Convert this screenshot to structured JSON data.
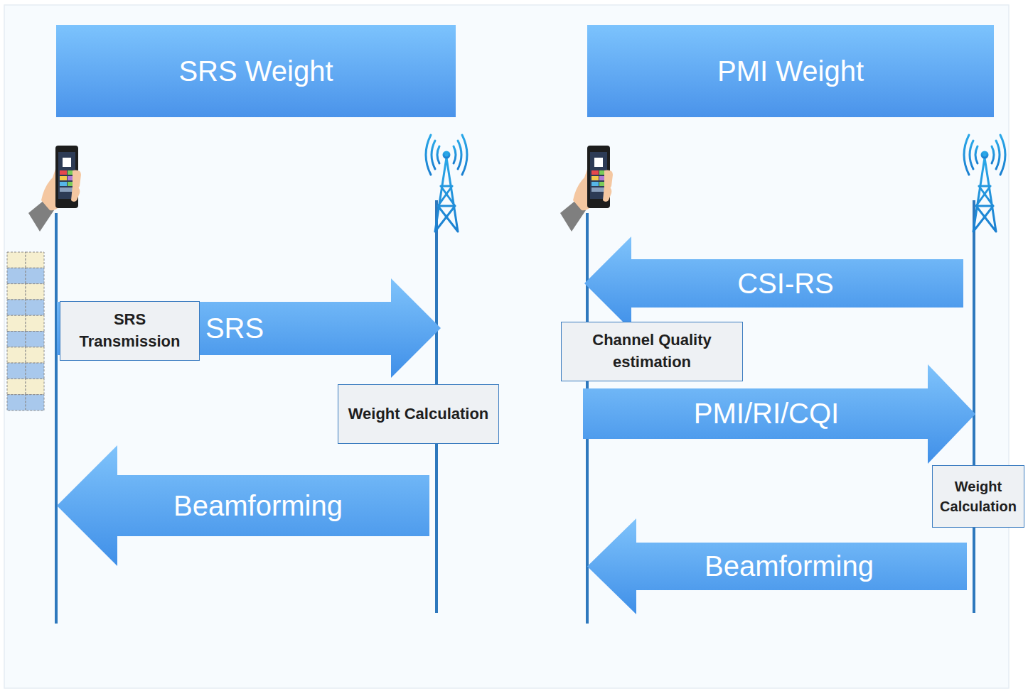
{
  "diagram": {
    "nodes": [
      {
        "text": [
          "SRS Weight"
        ]
      },
      {
        "text": [
          "PMI Weight"
        ]
      },
      {
        "text": [
          "SRS"
        ]
      },
      {
        "text": [
          "SRS Transmission"
        ]
      },
      {
        "text": [
          "Weight Calculation"
        ]
      },
      {
        "text": [
          "Beamforming"
        ]
      },
      {
        "text": [
          "CSI-RS"
        ]
      },
      {
        "text": [
          "Channel Quality estimation"
        ]
      },
      {
        "text": [
          "PMI/RI/CQI"
        ]
      },
      {
        "text": [
          "Weight Calculation"
        ]
      },
      {
        "text": [
          "Beamforming"
        ]
      }
    ]
  }
}
